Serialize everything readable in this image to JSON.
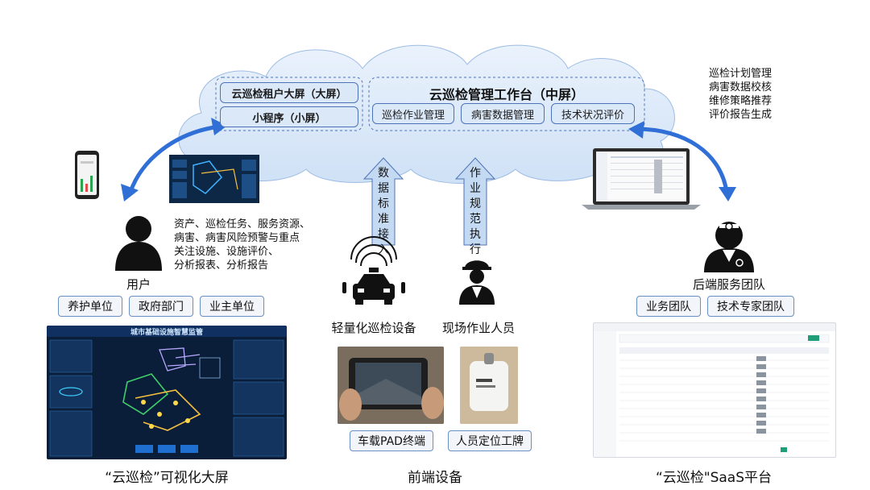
{
  "cloud": {
    "dashboard_big": "云巡检租户大屏（大屏）",
    "mini_program": "小程序（小屏）",
    "workbench_title": "云巡检管理工作台（中屏）",
    "modules": [
      "巡检作业管理",
      "病害数据管理",
      "技术状况评价"
    ]
  },
  "right_functions": [
    "巡检计划管理",
    "病害数据校核",
    "维修策略推荐",
    "评价报告生成"
  ],
  "arrows": {
    "data_access": "数据标准接入",
    "work_standard": "作业规范执行"
  },
  "user": {
    "features": [
      "资产、巡检任务、服务资源、",
      "病害、病害风险预警与重点",
      "关注设施、设施评价、",
      "分析报表、分析报告"
    ],
    "label": "用户",
    "orgs": [
      "养护单位",
      "政府部门",
      "业主单位"
    ]
  },
  "big_screen": {
    "title": "城市基础设施智慧监管",
    "caption": "“云巡检”可视化大屏"
  },
  "front": {
    "device_label": "轻量化巡检设备",
    "worker_label": "现场作业人员",
    "pad_label": "车载PAD终端",
    "badge_label": "人员定位工牌",
    "caption": "前端设备"
  },
  "backend": {
    "label": "后端服务团队",
    "teams": [
      "业务团队",
      "技术专家团队"
    ],
    "caption": "“云巡检\"SaaS平台"
  },
  "colors": {
    "cloud_fill": "#dce9f8",
    "box_border": "#4d73b8",
    "arrow_blue": "#2f6fd6",
    "arrow_light": "#b9d3f2"
  }
}
